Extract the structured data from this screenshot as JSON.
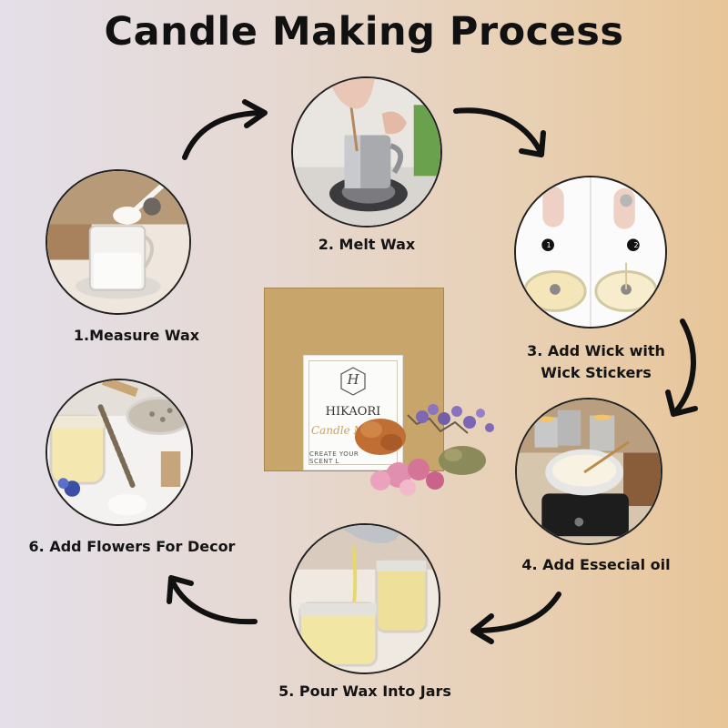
{
  "title": "Candle Making Process",
  "steps": [
    {
      "label": "1.Measure Wax",
      "icon": "measure-wax-photo"
    },
    {
      "label": "2. Melt Wax",
      "icon": "melt-wax-photo"
    },
    {
      "label": "3. Add Wick with Wick Stickers",
      "icon": "add-wick-photo"
    },
    {
      "label": "4. Add Essecial oil",
      "icon": "essential-oil-photo"
    },
    {
      "label": "5. Pour Wax Into Jars",
      "icon": "pour-wax-photo"
    },
    {
      "label": "6. Add Flowers For Decor",
      "icon": "flowers-decor-photo"
    }
  ],
  "step3_lines": [
    "3. Add Wick with",
    "Wick Stickers"
  ],
  "wick_badges": [
    "1",
    "2"
  ],
  "product_box": {
    "logo_letter": "H",
    "brand": "HIKAORI",
    "subtitle": "Candle M",
    "tagline": "CREATE YOUR SCENT L"
  },
  "colors": {
    "background_left": "#e4dfe9",
    "background_right": "#e7c598",
    "box": "#c7a56b",
    "text": "#111111"
  }
}
